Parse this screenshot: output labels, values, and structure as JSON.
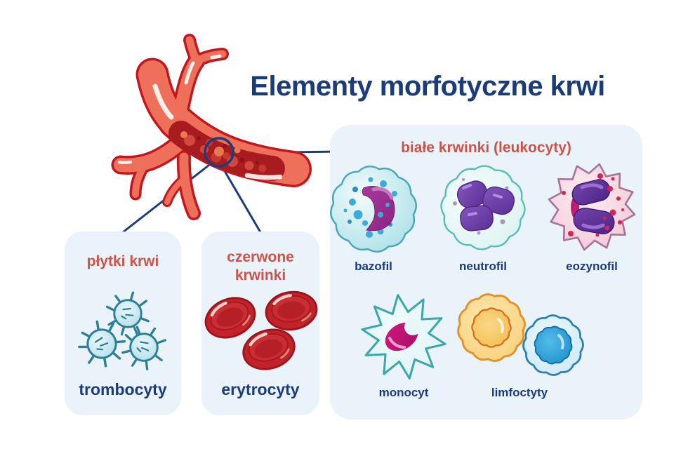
{
  "title": "Elementy morfotyczne krwi",
  "colors": {
    "navy": "#1b3c78",
    "accent_red": "#cd5349",
    "box_bg": "#eaf2fa",
    "line": "#1d3d7a",
    "vessel": "#ef705a",
    "vessel_outline": "#c1181f",
    "vessel_blood": "#a81b1e"
  },
  "icons": {
    "vessel": "blood-vessel-illustration",
    "magnifier": "magnifier-circle",
    "platelet": "platelet-cell-icon",
    "erythrocyte": "red-blood-cell-icon",
    "basophil": "basophil-cell-icon",
    "neutrophil": "neutrophil-cell-icon",
    "eosinophil": "eosinophil-cell-icon",
    "monocyte": "monocyte-cell-icon",
    "lymphocytes": "lymphocyte-cells-icon"
  },
  "panels": {
    "platelets": {
      "header": "płytki krwi",
      "label": "trombocyty"
    },
    "erythrocytes": {
      "header": "czerwone krwinki",
      "label": "erytrocyty"
    },
    "leukocytes": {
      "header": "białe krwinki (leukocyty)",
      "cells": [
        {
          "label": "bazofil"
        },
        {
          "label": "neutrofil"
        },
        {
          "label": "eozynofil"
        },
        {
          "label": "monocyt"
        },
        {
          "label": "limfoctyty"
        }
      ]
    }
  }
}
